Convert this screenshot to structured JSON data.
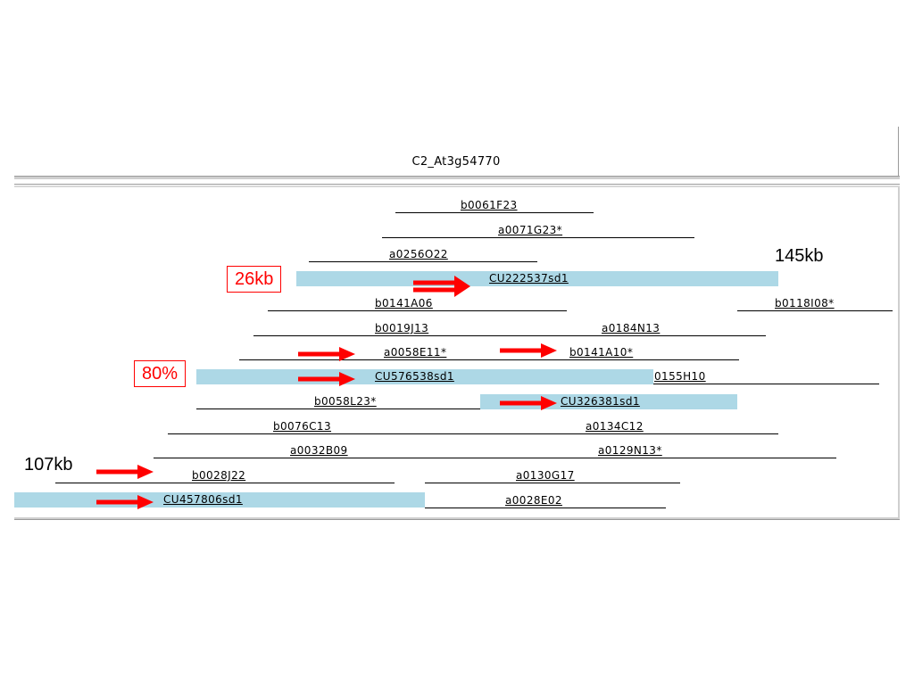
{
  "title": "C2_At3g54770",
  "colors": {
    "bar": "#add8e6",
    "arrow": "#ff0000",
    "line": "#000000",
    "frame": "#cfcfcf"
  },
  "clones": [
    {
      "id": "b0061F23",
      "kind": "line"
    },
    {
      "id": "a0071G23*",
      "kind": "line"
    },
    {
      "id": "a0256O22",
      "kind": "line"
    },
    {
      "id": "CU222537sd1",
      "kind": "bar"
    },
    {
      "id": "b0141A06",
      "kind": "line"
    },
    {
      "id": "b0118I08*",
      "kind": "line"
    },
    {
      "id": "b0019J13",
      "kind": "line"
    },
    {
      "id": "a0184N13",
      "kind": "line"
    },
    {
      "id": "a0058E11*",
      "kind": "line"
    },
    {
      "id": "b0141A10*",
      "kind": "line"
    },
    {
      "id": "CU576538sd1",
      "kind": "bar"
    },
    {
      "id": "0155H10",
      "kind": "line"
    },
    {
      "id": "b0058L23*",
      "kind": "line"
    },
    {
      "id": "CU326381sd1",
      "kind": "bar"
    },
    {
      "id": "b0076C13",
      "kind": "line"
    },
    {
      "id": "a0134C12",
      "kind": "line"
    },
    {
      "id": "a0032B09",
      "kind": "line"
    },
    {
      "id": "a0129N13*",
      "kind": "line"
    },
    {
      "id": "b0028J22",
      "kind": "line"
    },
    {
      "id": "a0130G17",
      "kind": "line"
    },
    {
      "id": "CU457806sd1",
      "kind": "bar"
    },
    {
      "id": "a0028E02",
      "kind": "line"
    }
  ],
  "annotations": {
    "label_26kb": "26kb",
    "label_80pct": "80%",
    "label_145kb": "145kb",
    "label_107kb": "107kb"
  }
}
